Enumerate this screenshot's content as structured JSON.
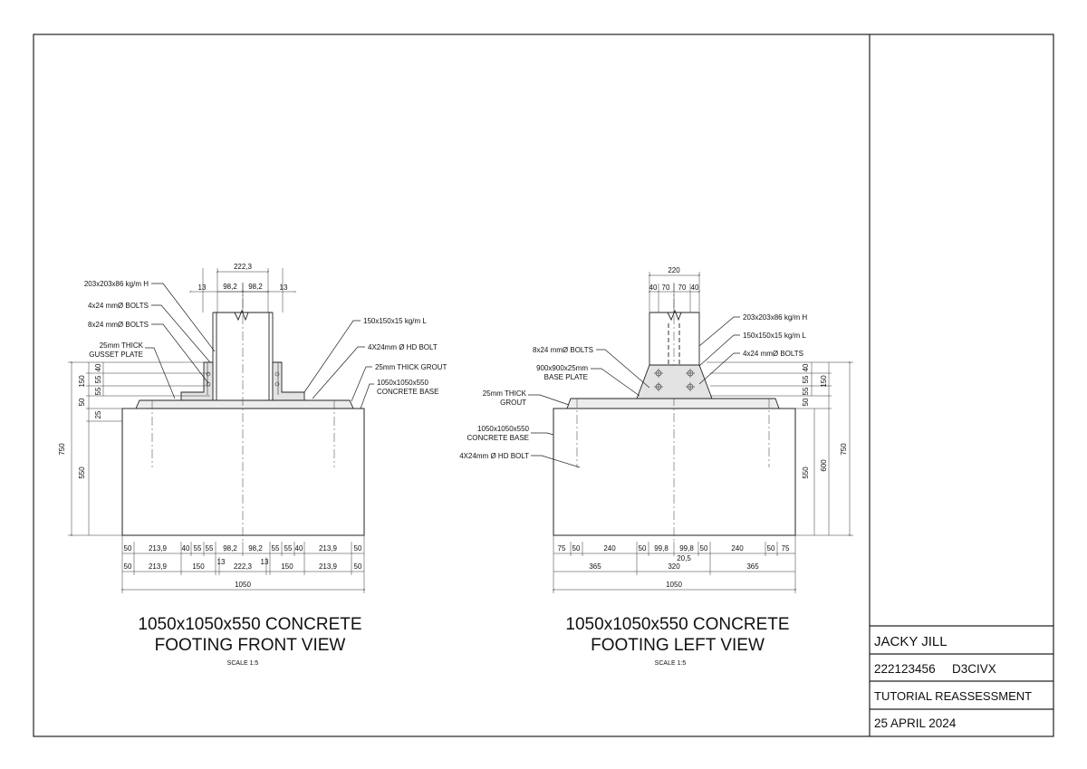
{
  "title_block": {
    "name": "JACKY JILL",
    "student_number": "222123456",
    "course_code": "D3CIVX",
    "subject": "TUTORIAL REASSESSMENT",
    "date": "25 APRIL 2024"
  },
  "front_view": {
    "title_line1": "1050x1050x550 CONCRETE",
    "title_line2": "FOOTING FRONT VIEW",
    "scale": "SCALE 1:5",
    "labels": {
      "h_section": "203x203x86 kg/m H",
      "bolts_4x24": "4x24 mmØ  BOLTS",
      "bolts_8x24": "8x24 mmØ  BOLTS",
      "gusset_1": "25mm THICK",
      "gusset_2": "GUSSET PLATE",
      "angle": "150x150x15 kg/m L",
      "hd_bolt": "4X24mm Ø HD BOLT",
      "grout": "25mm THICK GROUT",
      "base_1": "1050x1050x550",
      "base_2": "CONCRETE BASE"
    },
    "dims_top": {
      "overall": "222,3",
      "a": "13",
      "b": "98,2",
      "c": "98,2",
      "d": "13"
    },
    "dims_left": {
      "d40": "40",
      "d55a": "55",
      "d55b": "55",
      "d150": "150",
      "d50": "50",
      "d25": "25",
      "d550": "550",
      "d750": "750"
    },
    "dims_row1": [
      "50",
      "213,9",
      "40",
      "55",
      "55",
      "98,2",
      "98,2",
      "55",
      "55",
      "40",
      "213,9",
      "50"
    ],
    "dims_row2": [
      "50",
      "213,9",
      "150",
      "13",
      "222,3",
      "13",
      "150",
      "213,9",
      "50"
    ],
    "dims_row3": "1050"
  },
  "left_view": {
    "title_line1": "1050x1050x550 CONCRETE",
    "title_line2": "FOOTING LEFT VIEW",
    "scale": "SCALE 1:5",
    "labels": {
      "h_section": "203x203x86 kg/m H",
      "angle": "150x150x15 kg/m L",
      "bolts_4x24": "4x24 mmØ  BOLTS",
      "bolts_8x24": "8x24 mmØ  BOLTS",
      "plate_1": "900x900x25mm",
      "plate_2": "BASE PLATE",
      "grout_1": "25mm THICK",
      "grout_2": "GROUT",
      "base_1": "1050x1050x550",
      "base_2": "CONCRETE BASE",
      "hd_bolt": "4X24mm Ø HD BOLT"
    },
    "dims_top": {
      "overall": "220",
      "a": "40",
      "b": "70",
      "c": "70",
      "d": "40"
    },
    "dims_right": {
      "d40": "40",
      "d55a": "55",
      "d55b": "55",
      "d150": "150",
      "d50": "50",
      "d550": "550",
      "d600": "600",
      "d750": "750"
    },
    "dims_row1": [
      "75",
      "50",
      "240",
      "50",
      "99,8",
      "99,8",
      "50",
      "240",
      "50",
      "75"
    ],
    "dims_row1_extra": "20,5",
    "dims_row2": [
      "365",
      "320",
      "365"
    ],
    "dims_row3": "1050"
  }
}
